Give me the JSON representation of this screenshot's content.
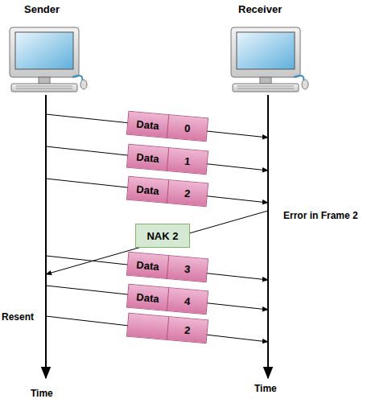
{
  "diagram": {
    "nodes": [
      {
        "text": [
          "Data",
          "0"
        ]
      },
      {
        "text": [
          "Data",
          "1"
        ]
      },
      {
        "text": [
          "Data",
          "2"
        ]
      },
      {
        "text": [
          "NAK 2"
        ]
      },
      {
        "text": [
          "Data",
          "3"
        ]
      },
      {
        "text": [
          "Data",
          "4"
        ]
      },
      {
        "text": [
          "2"
        ]
      }
    ],
    "labels": [
      "Sender",
      "Receiver",
      "Error in Frame 2",
      "Resent",
      "Time",
      "Time"
    ]
  }
}
